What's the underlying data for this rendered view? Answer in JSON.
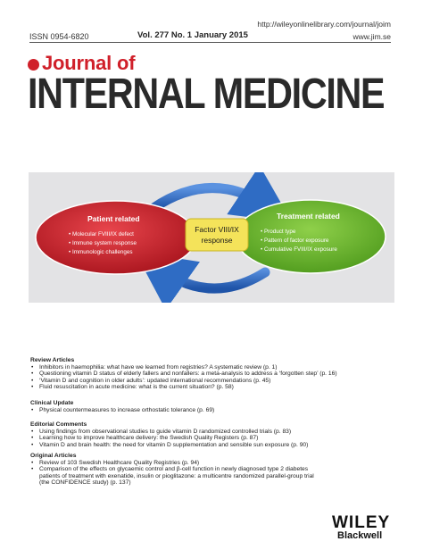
{
  "header": {
    "issn": "ISSN 0954-6820",
    "volume_line": "Vol. 277  No. 1  January 2015",
    "url_wiley": "http://wileyonlinelibrary.com/journal/joim",
    "url_jim": "www.jim.se"
  },
  "masthead": {
    "journal_of": "Journal of",
    "title": "INTERNAL MEDICINE"
  },
  "figure": {
    "left_title": "Patient related",
    "left_items": [
      "Molecular FVIII/IX defect",
      "Immune system response",
      "Immunologic challenges"
    ],
    "center_text_1": "Factor VIII/IX",
    "center_text_2": "response",
    "right_title": "Treatment related",
    "right_items": [
      "Product  type",
      "Pattern of factor exposure",
      "Cumulative FVIII/IX exposure"
    ],
    "colors": {
      "left": "#c8202a",
      "right": "#6fb22e",
      "center": "#f4e35a",
      "arrow": "#2f6cc4",
      "background": "#e3e3e5"
    }
  },
  "toc": {
    "review_articles": {
      "heading": "Review Articles",
      "items": [
        "Inhibitors in haemophilia: what have we learned from registries? A systematic review (p. 1)",
        "Questioning vitamin D status of elderly fallers and nonfallers: a meta-analysis to address a ‘forgotten step’ (p. 16)",
        "‘Vitamin D and cognition in older adults’: updated international recommendations (p. 45)",
        "Fluid resuscitation in acute medicine: what is the current situation? (p. 58)"
      ]
    },
    "clinical_update": {
      "heading": "Clinical Update",
      "items": [
        "Physical countermeasures to increase orthostatic tolerance (p. 69)"
      ]
    },
    "editorial_comments": {
      "heading": "Editorial Comments",
      "items": [
        "Using findings from observational studies to guide vitamin D randomized controlled trials (p. 83)",
        "Learning how to improve healthcare delivery: the Swedish Quality Registers (p. 87)",
        "Vitamin D and brain health: the need for vitamin D supplementation and sensible sun exposure (p. 90)"
      ]
    },
    "original_articles": {
      "heading": "Original Articles",
      "item1": "Review of 103 Swedish Healthcare Quality Registries (p. 94)",
      "item2_line1": "Comparison of the effects on glycaemic control and β-cell function in newly diagnosed type 2 diabetes",
      "item2_line2": "patients of treatment with exenatide, insulin or pioglitazone: a multicentre randomized parallel-group trial",
      "item2_line3": "(the CONFIDENCE study) (p. 137)"
    }
  },
  "publisher": {
    "wiley": "WILEY",
    "blackwell": "Blackwell"
  }
}
